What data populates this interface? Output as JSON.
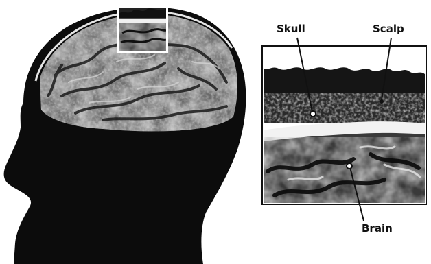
{
  "labels": {
    "skull": "Skull",
    "scalp": "Scalp",
    "brain": "Brain"
  },
  "colors": {
    "background": "#ffffff",
    "head_silhouette": "#0c0c0c",
    "brain_gray": "#8a8a8a",
    "skull_band": "#f2f2f2",
    "label_text": "#111111"
  }
}
